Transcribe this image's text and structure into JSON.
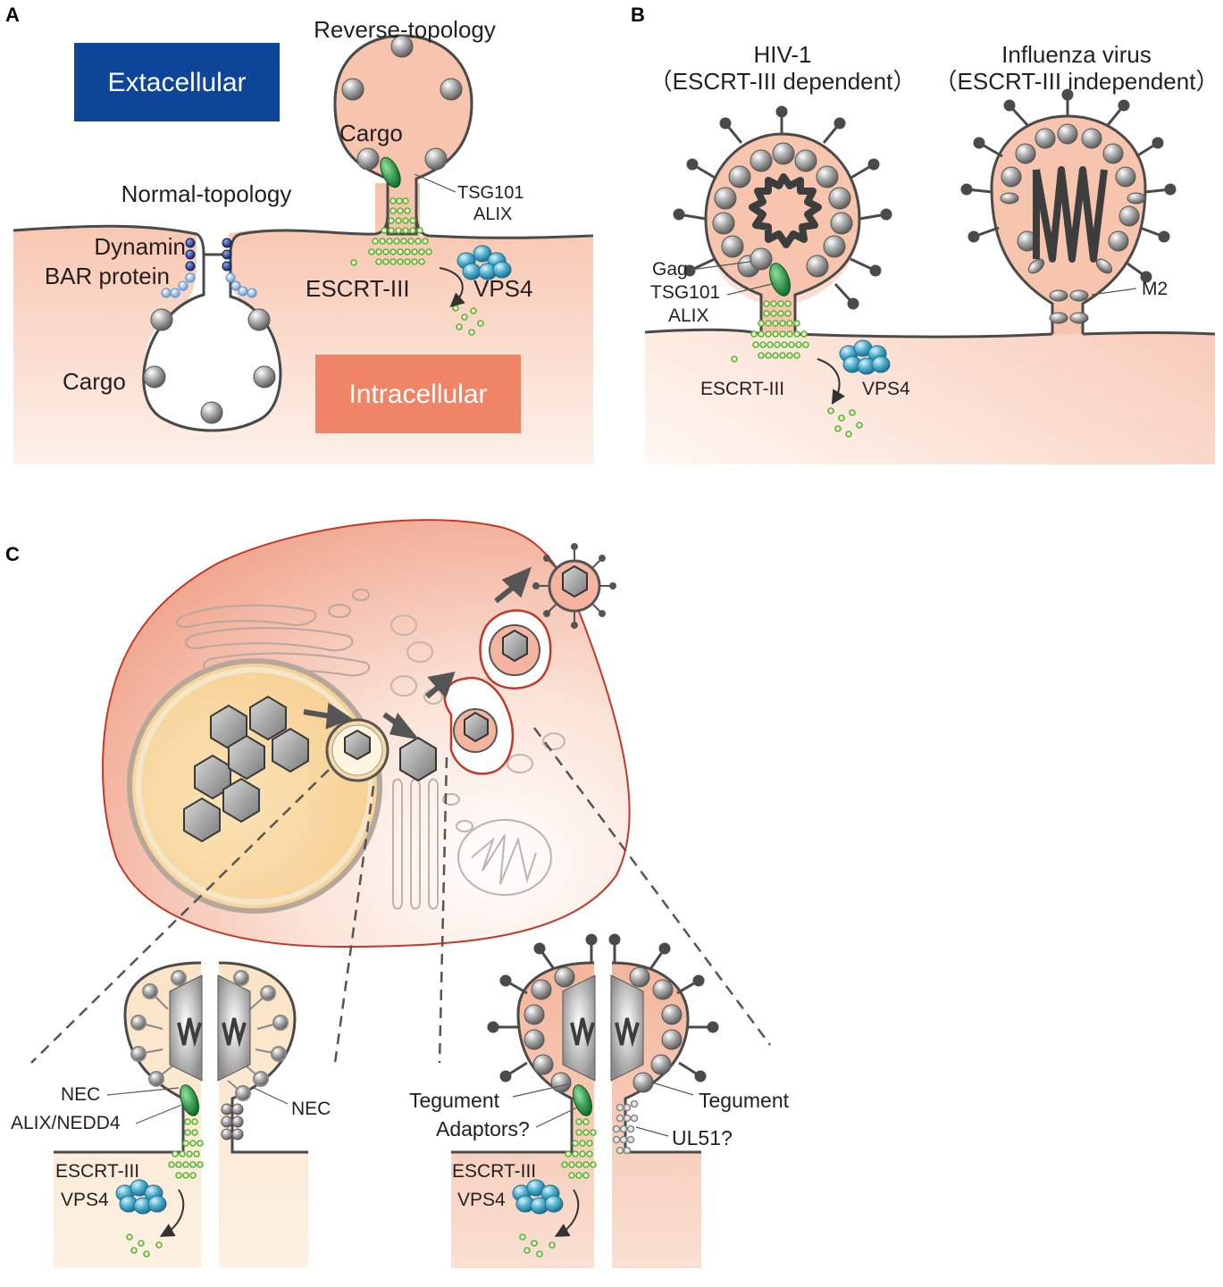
{
  "panels": {
    "a": "A",
    "b": "B",
    "c": "C"
  },
  "panel_a": {
    "extracellular": "Extacellular",
    "intracellular": "Intracellular",
    "reverse_topology": "Reverse-topology",
    "normal_topology": "Normal-topology",
    "cargo_top": "Cargo",
    "cargo_bottom": "Cargo",
    "tsg101": "TSG101",
    "alix": "ALIX",
    "dynamin": "Dynamin",
    "bar_protein": "BAR protein",
    "escrt": "ESCRT-III",
    "vps4": "VPS4"
  },
  "panel_b": {
    "hiv_title": "HIV-1",
    "hiv_sub": "（ESCRT-III dependent）",
    "flu_title": "Influenza virus",
    "flu_sub": "（ESCRT-III independent）",
    "gag": "Gag",
    "tsg101": "TSG101",
    "alix": "ALIX",
    "m2": "M2",
    "escrt": "ESCRT-III",
    "vps4": "VPS4"
  },
  "panel_c": {
    "nec_left": "NEC",
    "alix_nedd4": "ALIX/NEDD4",
    "nec_right": "NEC",
    "escrt_left": "ESCRT-III",
    "vps4_left": "VPS4",
    "tegument_left": "Tegument",
    "adaptors": "Adaptors?",
    "tegument_right": "Tegument",
    "ul51": "UL51?",
    "escrt_right": "ESCRT-III",
    "vps4_right": "VPS4"
  },
  "colors": {
    "extracellular_box": "#0d4599",
    "intracellular_box": "#f08467",
    "cytoplasm": "#f7c4ae",
    "escrt_green": "#5ab432",
    "tsg101_green": "#1a8c3a",
    "vps4_blue": "#3fa2c2",
    "dynamin_navy": "#1c3a8c",
    "bar_lightblue": "#8fbbe8",
    "cell_border": "#c0392b",
    "nucleus": "#f7d59a",
    "cargo_gray": "#8a8a8a"
  }
}
